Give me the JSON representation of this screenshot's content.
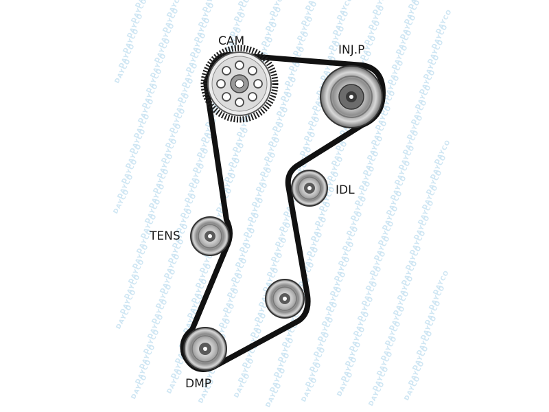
{
  "diagram": {
    "watermark_text": "DAYCO",
    "colors": {
      "belt": "#111111",
      "pulley_light": "#e4e4e4",
      "pulley_mid": "#9c9c9c",
      "pulley_dark": "#4a4a4a",
      "watermark": "#cfe6f3",
      "label": "#1a1a1a"
    },
    "labels": {
      "cam": "CAM",
      "injection_pump": "INJ.P",
      "idler": "IDL",
      "tensioner": "TENS",
      "damper": "DMP"
    }
  }
}
